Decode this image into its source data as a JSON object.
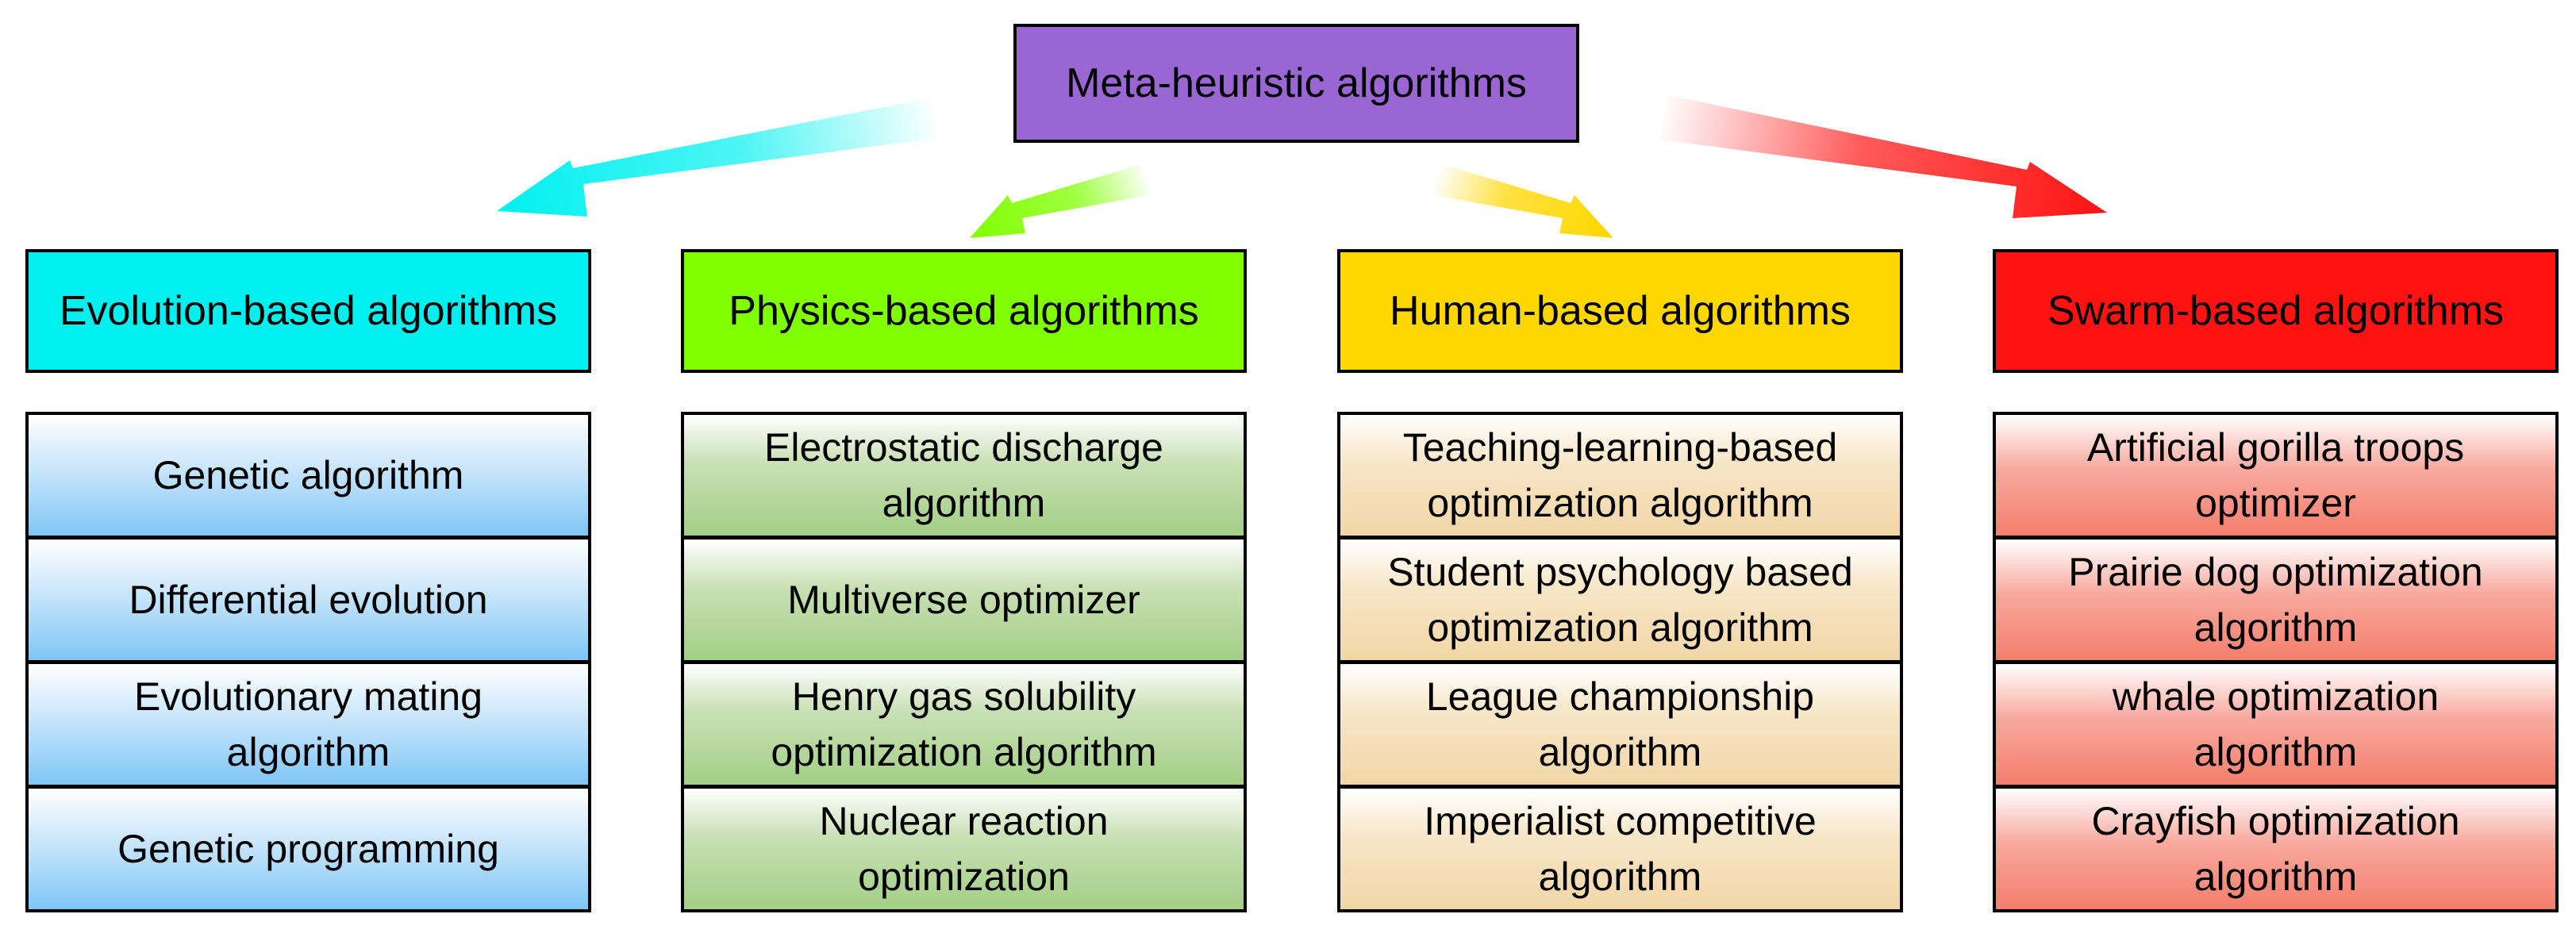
{
  "root": {
    "label": "Meta-heuristic algorithms"
  },
  "categories": [
    {
      "label": "Evolution-based algorithms",
      "color": "#00f0f0",
      "items": [
        "Genetic algorithm",
        "Differential evolution",
        "Evolutionary mating algorithm",
        "Genetic programming"
      ]
    },
    {
      "label": "Physics-based algorithms",
      "color": "#80ff00",
      "items": [
        "Electrostatic discharge algorithm",
        "Multiverse optimizer",
        "Henry gas solubility optimization algorithm",
        "Nuclear reaction optimization"
      ]
    },
    {
      "label": "Human-based algorithms",
      "color": "#ffd700",
      "items": [
        "Teaching-learning-based optimization algorithm",
        "Student psychology based optimization algorithm",
        "League championship algorithm",
        "Imperialist competitive algorithm"
      ]
    },
    {
      "label": "Swarm-based algorithms",
      "color": "#ff1212",
      "items": [
        "Artificial gorilla troops optimizer",
        "Prairie dog optimization algorithm",
        "whale optimization algorithm",
        "Crayfish optimization algorithm"
      ]
    }
  ]
}
